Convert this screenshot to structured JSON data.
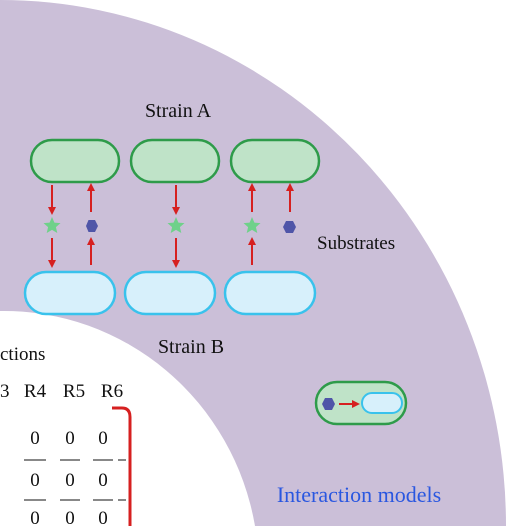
{
  "labels": {
    "strain_a": "Strain A",
    "strain_b": "Strain B",
    "substrates": "Substrates",
    "interaction_models": "Interaction models",
    "reactions_partial": "ctions",
    "column_headers": [
      "3",
      "R4",
      "R5",
      "R6"
    ],
    "matrix_rows": [
      [
        "0",
        "0",
        "0"
      ],
      [
        "0",
        "0",
        "0"
      ],
      [
        "0",
        "0",
        "0"
      ]
    ]
  },
  "colors": {
    "ring_fill": "#cbbfd8",
    "strain_a_fill": "#bfe3c8",
    "strain_a_stroke": "#2e9b4a",
    "strain_b_fill": "#d7f0fb",
    "strain_b_stroke": "#39c2ec",
    "arrow": "#d62020",
    "star": "#6fd18a",
    "hexagon": "#4f55a8",
    "interaction_title": "#2a57e0",
    "bracket": "#d62020"
  },
  "icons": {
    "substrate_1": "star-icon",
    "substrate_2": "hexagon-icon"
  }
}
